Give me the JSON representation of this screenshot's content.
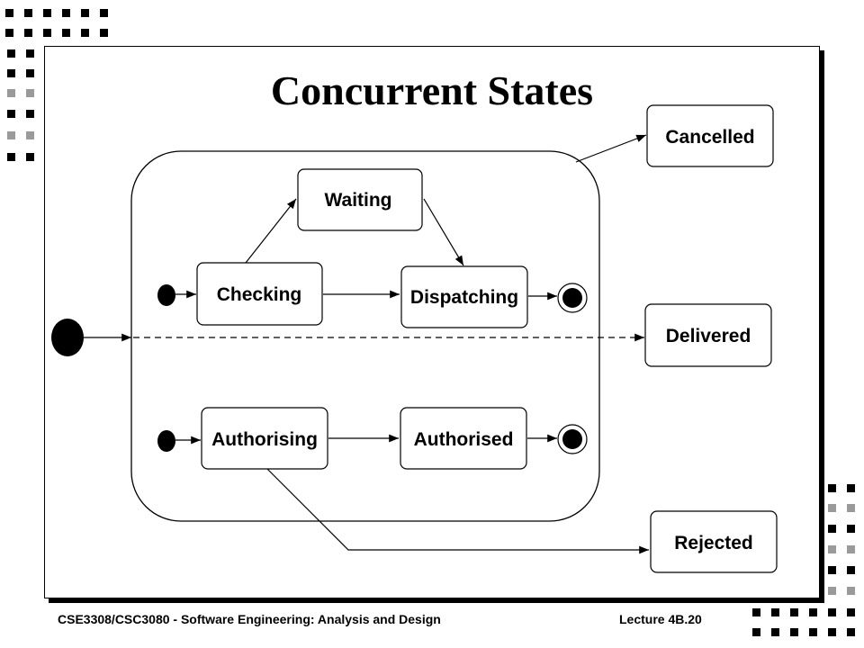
{
  "slide": {
    "title": "Concurrent States",
    "footer_left": "CSE3308/CSC3080 - Software Engineering: Analysis and Design",
    "footer_right": "Lecture 4B.20"
  },
  "diagram": {
    "states": {
      "waiting": "Waiting",
      "checking": "Checking",
      "dispatching": "Dispatching",
      "authorising": "Authorising",
      "authorised": "Authorised",
      "cancelled": "Cancelled",
      "delivered": "Delivered",
      "rejected": "Rejected"
    }
  },
  "colors": {
    "ink": "#000000",
    "background": "#ffffff",
    "pattern_grey": "#9a9a9a"
  }
}
